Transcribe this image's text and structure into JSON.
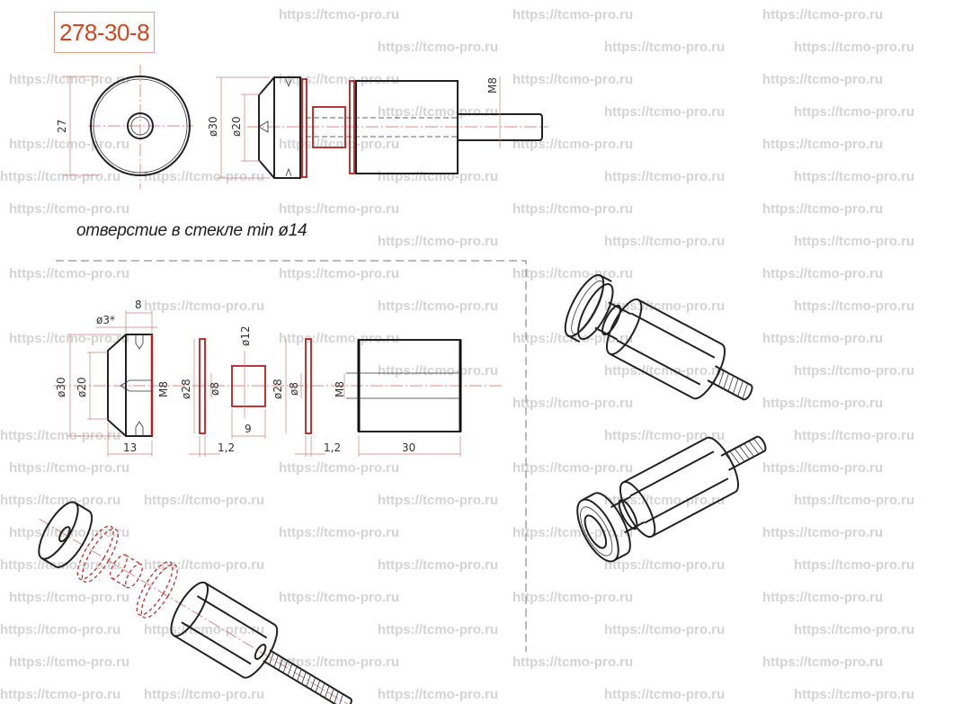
{
  "watermark_text": "https://tcmo-pro.ru",
  "part_number": "278-30-8",
  "caption": "отверстие в стекле min ø14",
  "assembly_dims": {
    "d27": "27",
    "d30": "ø30",
    "d20": "ø20",
    "m8": "M8"
  },
  "exploded_dims": {
    "cap_width": "8",
    "cap_hole": "ø3*",
    "cap_d30": "ø30",
    "cap_d20": "ø20",
    "cap_m8": "M8",
    "cap_len": "13",
    "washer1_d28": "ø28",
    "washer1_d8": "ø8",
    "washer1_thk": "1,2",
    "spacer_d12": "ø12",
    "spacer_len": "9",
    "washer2_d28": "ø28",
    "washer2_d8": "ø8",
    "washer2_thk": "1,2",
    "body_m8": "M8",
    "body_len": "30"
  },
  "colors": {
    "accent": "#d2461e",
    "part_red": "#b52020",
    "watermark": "#d4d4d4"
  }
}
